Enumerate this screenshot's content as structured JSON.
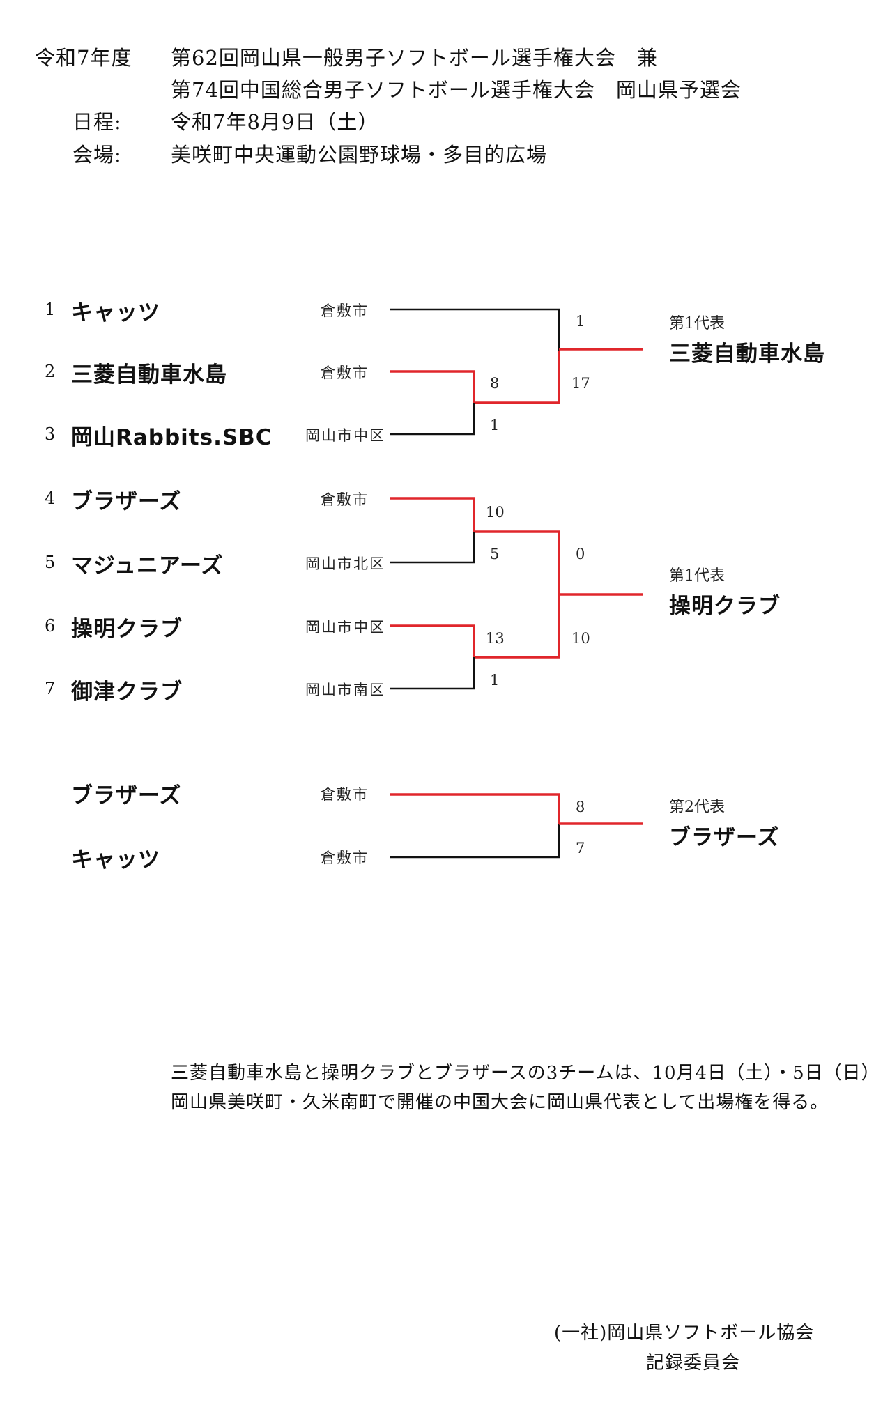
{
  "header": {
    "year": "令和7年度",
    "title_line1": "第62回岡山県一般男子ソフトボール選手権大会　兼",
    "title_line2": "第74回中国総合男子ソフトボール選手権大会　岡山県予選会",
    "date_label": "日程:",
    "date_value": "令和7年8月9日（土）",
    "venue_label": "会場:",
    "venue_value": "美咲町中央運動公園野球場・多目的広場"
  },
  "teams": [
    {
      "num": "1",
      "name": "キャッツ",
      "city": "倉敷市"
    },
    {
      "num": "2",
      "name": "三菱自動車水島",
      "city": "倉敷市"
    },
    {
      "num": "3",
      "name": "岡山Rabbits.SBC",
      "city": "岡山市中区"
    },
    {
      "num": "4",
      "name": "ブラザーズ",
      "city": "倉敷市"
    },
    {
      "num": "5",
      "name": "マジュニアーズ",
      "city": "岡山市北区"
    },
    {
      "num": "6",
      "name": "操明クラブ",
      "city": "岡山市中区"
    },
    {
      "num": "7",
      "name": "御津クラブ",
      "city": "岡山市南区"
    }
  ],
  "scores": {
    "r1_2v3_top": "8",
    "r1_2v3_bottom": "1",
    "r1_4v5_top": "10",
    "r1_4v5_bottom": "5",
    "r1_6v7_top": "13",
    "r1_6v7_bottom": "1",
    "final_a_top": "1",
    "final_a_bottom": "17",
    "final_b_top": "0",
    "final_b_bottom": "10",
    "second_top": "8",
    "second_bottom": "7"
  },
  "representatives": [
    {
      "label": "第1代表",
      "team": "三菱自動車水島"
    },
    {
      "label": "第1代表",
      "team": "操明クラブ"
    },
    {
      "label": "第2代表",
      "team": "ブラザーズ"
    }
  ],
  "second_playoff": [
    {
      "name": "ブラザーズ",
      "city": "倉敷市"
    },
    {
      "name": "キャッツ",
      "city": "倉敷市"
    }
  ],
  "note": {
    "line1": "三菱自動車水島と操明クラブとブラザースの3チームは、10月4日（土）・5日（日）",
    "line2": "岡山県美咲町・久米南町で開催の中国大会に岡山県代表として出場権を得る。"
  },
  "signature": {
    "line1": "(一社)岡山県ソフトボール協会",
    "line2": "記録委員会"
  },
  "colors": {
    "winner_line": "#e0262b",
    "normal_line": "#111111"
  }
}
